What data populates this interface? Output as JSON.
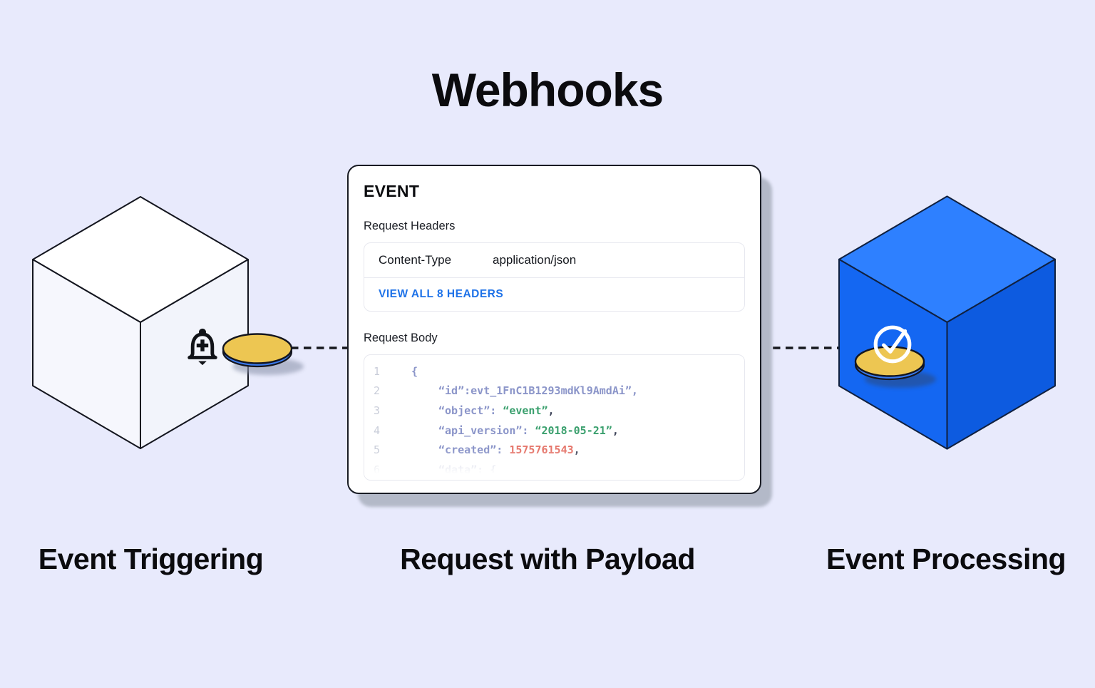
{
  "page": {
    "title": "Webhooks",
    "background": "#e8eafc"
  },
  "flow": {
    "left_label": "Event Triggering",
    "middle_label": "Request with Payload",
    "right_label": "Event Processing"
  },
  "event_card": {
    "heading": "EVENT",
    "request_headers_label": "Request Headers",
    "header_name": "Content-Type",
    "header_value": "application/json",
    "view_all_link": "VIEW ALL 8 HEADERS",
    "request_body_label": "Request Body",
    "code_lines": [
      {
        "num": "1",
        "indent": 1,
        "segments": [
          {
            "t": "{",
            "c": "key"
          }
        ]
      },
      {
        "num": "2",
        "indent": 2,
        "segments": [
          {
            "t": "“id”:evt_1FnC1B1293mdKl9AmdAi”,",
            "c": "key"
          }
        ]
      },
      {
        "num": "3",
        "indent": 2,
        "segments": [
          {
            "t": "“object”: ",
            "c": "key"
          },
          {
            "t": "“event”",
            "c": "string"
          },
          {
            "t": ",",
            "c": "punct"
          }
        ]
      },
      {
        "num": "4",
        "indent": 2,
        "segments": [
          {
            "t": "“api_version”: ",
            "c": "key"
          },
          {
            "t": "“2018-05-21”",
            "c": "string"
          },
          {
            "t": ",",
            "c": "punct"
          }
        ]
      },
      {
        "num": "5",
        "indent": 2,
        "segments": [
          {
            "t": "“created”: ",
            "c": "key"
          },
          {
            "t": "1575761543",
            "c": "number"
          },
          {
            "t": ",",
            "c": "punct"
          }
        ]
      },
      {
        "num": "6",
        "indent": 2,
        "segments": [
          {
            "t": "“data”: {",
            "c": "faded"
          }
        ]
      }
    ]
  },
  "icons": {
    "bell": "bell-plus-icon",
    "check": "check-circle-icon",
    "coin": "event-coin"
  },
  "colors": {
    "link_blue": "#1e72e8",
    "card_border": "#181b23",
    "card_shadow": "#b3b9c8",
    "outline_dark": "#14161f",
    "cube_left_top": "#ffffff",
    "cube_left_left": "#f6f7fd",
    "cube_left_right": "#f2f4fb",
    "cube_right_top": "#2e80ff",
    "cube_right_left": "#1467f2",
    "cube_right_right": "#0d5be0",
    "cube_right_outline": "#10203f",
    "coin_yellow": "#edc652",
    "coin_rim_blue": "#3b7bf0",
    "code": {
      "line_number": "#c9cdd9",
      "key": "#8b95c9",
      "string": "#3ba06e",
      "number": "#e5756a",
      "punct": "#3c4257",
      "faded": "#c6cade"
    }
  }
}
